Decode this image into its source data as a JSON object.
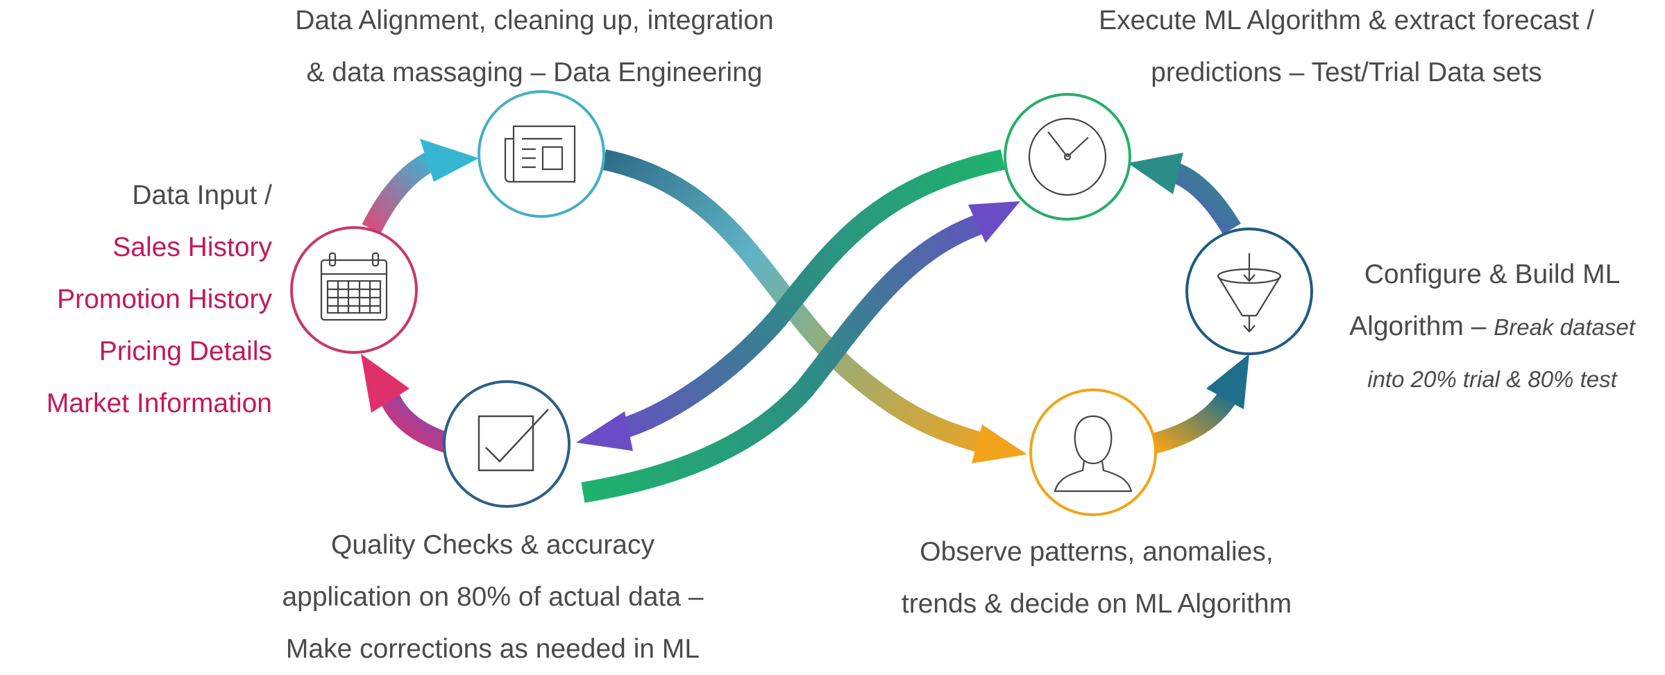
{
  "colors": {
    "pink": "#c2185b",
    "text": "#4a4a4a",
    "circle_magenta": "#c5386a",
    "circle_cyan": "#44b0c6",
    "circle_blue": "#2d5f84",
    "circle_green": "#27ad6a",
    "circle_orange": "#efa51a",
    "circle_navy": "#1f5c80"
  },
  "nodes": {
    "calendar": {
      "icon": "calendar-icon"
    },
    "document": {
      "icon": "document-icon"
    },
    "checkbox": {
      "icon": "checkbox-icon"
    },
    "clock": {
      "icon": "clock-icon"
    },
    "person": {
      "icon": "person-icon"
    },
    "funnel": {
      "icon": "funnel-icon"
    }
  },
  "labels": {
    "data_input": {
      "heading": "Data Input /",
      "items": [
        "Sales History",
        "Promotion History",
        "Pricing Details",
        "Market Information"
      ]
    },
    "data_engineering": {
      "line1": "Data Alignment, cleaning up, integration",
      "line2": "& data massaging – Data Engineering"
    },
    "quality": {
      "line1": "Quality Checks & accuracy",
      "line2": "application on 80% of actual data –",
      "line3": "Make corrections as needed in ML"
    },
    "execute": {
      "line1": "Execute ML Algorithm & extract forecast /",
      "line2": "predictions – Test/Trial Data sets"
    },
    "observe": {
      "line1": "Observe patterns, anomalies,",
      "line2": "trends & decide on ML Algorithm"
    },
    "configure": {
      "line1": "Configure & Build ML",
      "line2_main": "Algorithm – ",
      "line2_italic": "Break dataset",
      "line3_italic": "into 20% trial & 80% test"
    }
  }
}
